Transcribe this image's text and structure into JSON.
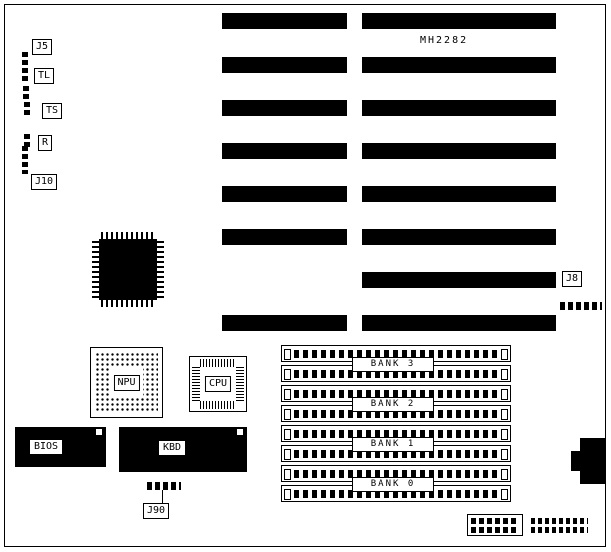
{
  "board": {
    "model": "MH2282"
  },
  "connectors": {
    "j5": "J5",
    "tl": "TL",
    "ts": "TS",
    "r": "R",
    "j10": "J10",
    "j8": "J8",
    "j90": "J90"
  },
  "chips": {
    "npu": "NPU",
    "cpu": "CPU",
    "bios": "BIOS",
    "kbd": "KBD"
  },
  "banks": [
    {
      "label": "BANK 3"
    },
    {
      "label": "BANK 2"
    },
    {
      "label": "BANK 1"
    },
    {
      "label": "BANK 0"
    }
  ]
}
